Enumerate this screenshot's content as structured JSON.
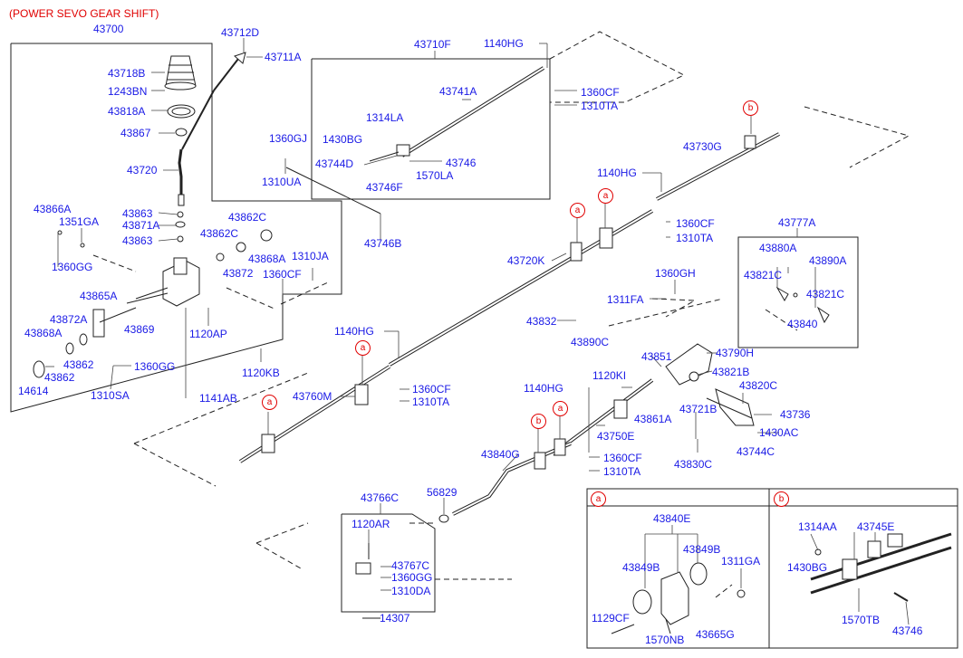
{
  "title": "(POWER SEVO GEAR SHIFT)",
  "markers": {
    "a": "a",
    "b": "b"
  },
  "labels": {
    "p43700": "43700",
    "p43718B": "43718B",
    "p1243BN": "1243BN",
    "p43818A": "43818A",
    "p43867": "43867",
    "p43720": "43720",
    "p43712D": "43712D",
    "p43711A": "43711A",
    "p43863a": "43863",
    "p43871A": "43871A",
    "p43863b": "43863",
    "p43866A": "43866A",
    "p1351GA": "1351GA",
    "p1360GG_a": "1360GG",
    "p43862C_a": "43862C",
    "p43862C_b": "43862C",
    "p43872": "43872",
    "p43868A_a": "43868A",
    "p1310JA": "1310JA",
    "p1360CF_a": "1360CF",
    "p43865A": "43865A",
    "p43872A": "43872A",
    "p43869": "43869",
    "p1120AP": "1120AP",
    "p43868A_b": "43868A",
    "p43862_a": "43862",
    "p43862_b": "43862",
    "p14614": "14614",
    "p1360GG_b": "1360GG",
    "p1310SA": "1310SA",
    "p1120KB": "1120KB",
    "p1141AB": "1141AB",
    "p1360GJ": "1360GJ",
    "p1310UA": "1310UA",
    "p43746B": "43746B",
    "p43710F": "43710F",
    "p1140HG_a": "1140HG",
    "p1360CF_b": "1360CF",
    "p1310TA_a": "1310TA",
    "p43741A": "43741A",
    "p1314LA": "1314LA",
    "p1430BG_a": "1430BG",
    "p43744D": "43744D",
    "p43746_a": "43746",
    "p1570LA": "1570LA",
    "p43746F": "43746F",
    "p43730G": "43730G",
    "p1140HG_b": "1140HG",
    "p1360CF_c": "1360CF",
    "p1310TA_b": "1310TA",
    "p43720K": "43720K",
    "p43777A": "43777A",
    "p43880A": "43880A",
    "p43890A": "43890A",
    "p43821C_a": "43821C",
    "p43821C_b": "43821C",
    "p43840": "43840",
    "p1360GH": "1360GH",
    "p1311FA": "1311FA",
    "p43832": "43832",
    "p43890C": "43890C",
    "p1140HG_c": "1140HG",
    "p1360CF_d": "1360CF",
    "p1310TA_c": "1310TA",
    "p43760M": "43760M",
    "p43851": "43851",
    "p43790H": "43790H",
    "p43821B": "43821B",
    "p1140HG_d": "1140HG",
    "p1120KI": "1120KI",
    "p43820C": "43820C",
    "p43721B": "43721B",
    "p43736": "43736",
    "p43861A": "43861A",
    "p1430AC": "1430AC",
    "p43750E": "43750E",
    "p43744C": "43744C",
    "p43840G": "43840G",
    "p1360CF_e": "1360CF",
    "p1310TA_d": "1310TA",
    "p43830C": "43830C",
    "p43766C": "43766C",
    "p56829": "56829",
    "p1120AR": "1120AR",
    "p43767C": "43767C",
    "p1360GG_c": "1360GG",
    "p1310DA": "1310DA",
    "p14307": "14307",
    "p43840E": "43840E",
    "p43849B_a": "43849B",
    "p43849B_b": "43849B",
    "p1311GA": "1311GA",
    "p1129CF": "1129CF",
    "p1570NB": "1570NB",
    "p43665G": "43665G",
    "p1314AA": "1314AA",
    "p43745E": "43745E",
    "p1430BG_b": "1430BG",
    "p1570TB": "1570TB",
    "p43746_b": "43746"
  }
}
